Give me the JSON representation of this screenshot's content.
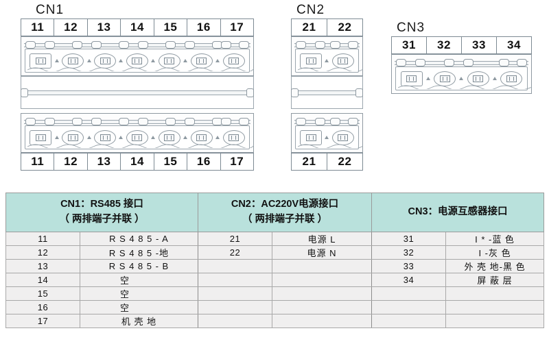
{
  "diagram": {
    "connectors": [
      {
        "label": "CN1",
        "pins_top": [
          "11",
          "12",
          "13",
          "14",
          "15",
          "16",
          "17"
        ],
        "pins_bottom": [
          "11",
          "12",
          "13",
          "14",
          "15",
          "16",
          "17"
        ],
        "terminal_count": 7,
        "dual_row": true
      },
      {
        "label": "CN2",
        "pins_top": [
          "21",
          "22"
        ],
        "pins_bottom": [
          "21",
          "22"
        ],
        "terminal_count": 2,
        "dual_row": true
      },
      {
        "label": "CN3",
        "pins_top": [
          "31",
          "32",
          "33",
          "34"
        ],
        "pins_bottom": [],
        "terminal_count": 4,
        "dual_row": false
      }
    ]
  },
  "table": {
    "headers": [
      {
        "line1": "CN1：RS485 接口",
        "line2": "（ 两排端子并联 ）"
      },
      {
        "line1": "CN2：AC220V电源接口",
        "line2": "（ 两排端子并联 ）"
      },
      {
        "line1": "CN3：电源互感器接口",
        "line2": ""
      }
    ],
    "rows": [
      {
        "cn1_pin": "11",
        "cn1_val": "R S 4 8 5 - A",
        "cn1_align": "center",
        "cn2_pin": "21",
        "cn2_val": "电源  L",
        "cn3_pin": "31",
        "cn3_val": "I * -蓝 色"
      },
      {
        "cn1_pin": "12",
        "cn1_val": "R S 4 8 5 -地",
        "cn1_align": "center",
        "cn2_pin": "22",
        "cn2_val": "电源  N",
        "cn3_pin": "32",
        "cn3_val": "I -灰 色"
      },
      {
        "cn1_pin": "13",
        "cn1_val": "R S 4 8 5 - B",
        "cn1_align": "center",
        "cn2_pin": "",
        "cn2_val": "",
        "cn3_pin": "33",
        "cn3_val": "外 壳 地-黑 色"
      },
      {
        "cn1_pin": "14",
        "cn1_val": "空",
        "cn1_align": "left",
        "cn2_pin": "",
        "cn2_val": "",
        "cn3_pin": "34",
        "cn3_val": "屏 蔽 层"
      },
      {
        "cn1_pin": "15",
        "cn1_val": "空",
        "cn1_align": "left",
        "cn2_pin": "",
        "cn2_val": "",
        "cn3_pin": "",
        "cn3_val": ""
      },
      {
        "cn1_pin": "16",
        "cn1_val": "空",
        "cn1_align": "left",
        "cn2_pin": "",
        "cn2_val": "",
        "cn3_pin": "",
        "cn3_val": ""
      },
      {
        "cn1_pin": "17",
        "cn1_val": "机 壳 地",
        "cn1_align": "center",
        "cn2_pin": "",
        "cn2_val": "",
        "cn3_pin": "",
        "cn3_val": ""
      }
    ]
  },
  "colors": {
    "header_teal": "#b9e1dc",
    "row_gray": "#f0efef",
    "outline": "#8e99a1",
    "border_gray": "#a8a8a8"
  }
}
